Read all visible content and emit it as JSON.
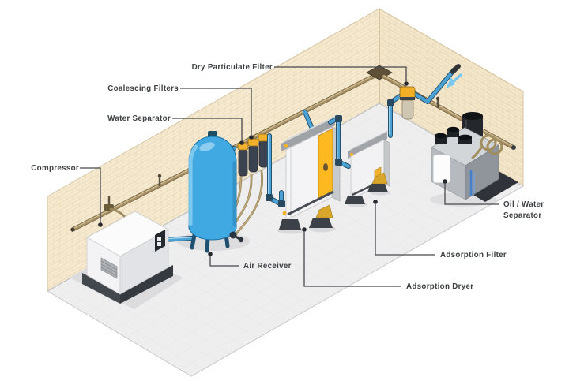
{
  "diagram": {
    "subject": "Compressed air treatment system installation room",
    "style": "isometric cutaway illustration",
    "labels": {
      "compressor": "Compressor",
      "water_separator": "Water Separator",
      "coalescing_filters": "Coalescing Filters",
      "dry_particulate_filter": "Dry Particulate Filter",
      "air_receiver": "Air Receiver",
      "adsorption_dryer": "Adsorption Dryer",
      "adsorption_filter": "Adsorption Filter",
      "oil_water_separator_line1": "Oil / Water",
      "oil_water_separator_line2": "Separator"
    },
    "colors": {
      "wall_brick": "#f5e9d0",
      "wall_mortar": "#e6d4ae",
      "floor": "#eeeeef",
      "tank_blue": "#41a9e1",
      "pipe_blue": "#4ba0d4",
      "pipe_tan": "#a99166",
      "accent_yellow": "#f5b32b",
      "equipment_gray": "#b6babf",
      "flow_arrow_blue": "#7cc7ec",
      "label_text": "#3e4043",
      "leader_line": "#47494d"
    }
  }
}
